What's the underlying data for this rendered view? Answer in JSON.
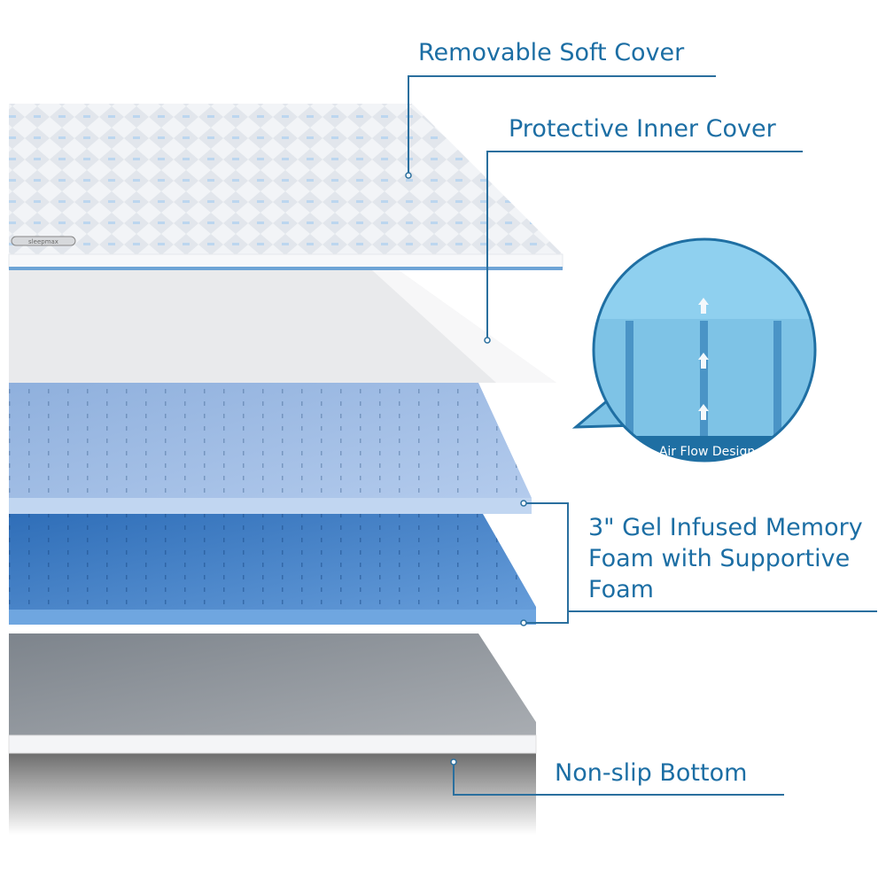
{
  "labels": {
    "soft_cover": "Removable Soft Cover",
    "inner_cover": "Protective Inner Cover",
    "memory_foam": [
      "3\" Gel Infused Memory",
      "Foam  with Supportive",
      "Foam"
    ],
    "bottom": "Non-slip Bottom"
  },
  "inset": {
    "caption": "Air Flow Design",
    "icon": "airflow-arrows-icon"
  },
  "logo": "sleepmax",
  "colors": {
    "accent": "#1c6ea4",
    "callout_line": "#2a6f9e",
    "foam_light": "#9dbde6",
    "foam_dark": "#3f7fc8",
    "inset_foam": "#7ec3e6",
    "bottom": "#8f959c"
  }
}
